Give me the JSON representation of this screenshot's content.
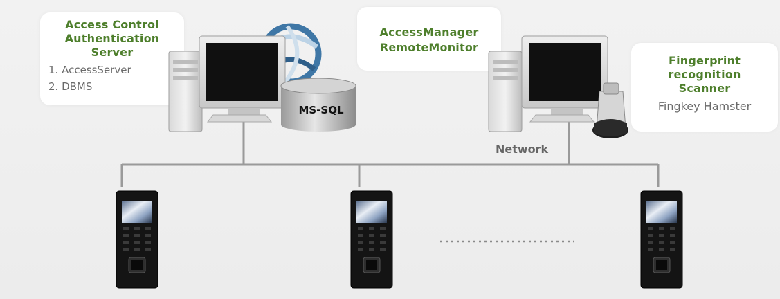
{
  "server": {
    "title_lines": [
      "Access Control",
      "Authentication",
      "Server"
    ],
    "items": [
      "1. AccessServer",
      "2. DBMS"
    ]
  },
  "database": {
    "label": "MS-SQL"
  },
  "remote": {
    "title_lines": [
      "AccessManager",
      "RemoteMonitor"
    ]
  },
  "scanner": {
    "title_lines": [
      "Fingerprint",
      "recognition",
      "Scanner"
    ],
    "model": "Fingkey Hamster"
  },
  "network": {
    "label": "Network"
  },
  "colors": {
    "title_green": "#4e7f2c",
    "text_grey": "#6a6a6a",
    "line": "#9a9a9a"
  }
}
